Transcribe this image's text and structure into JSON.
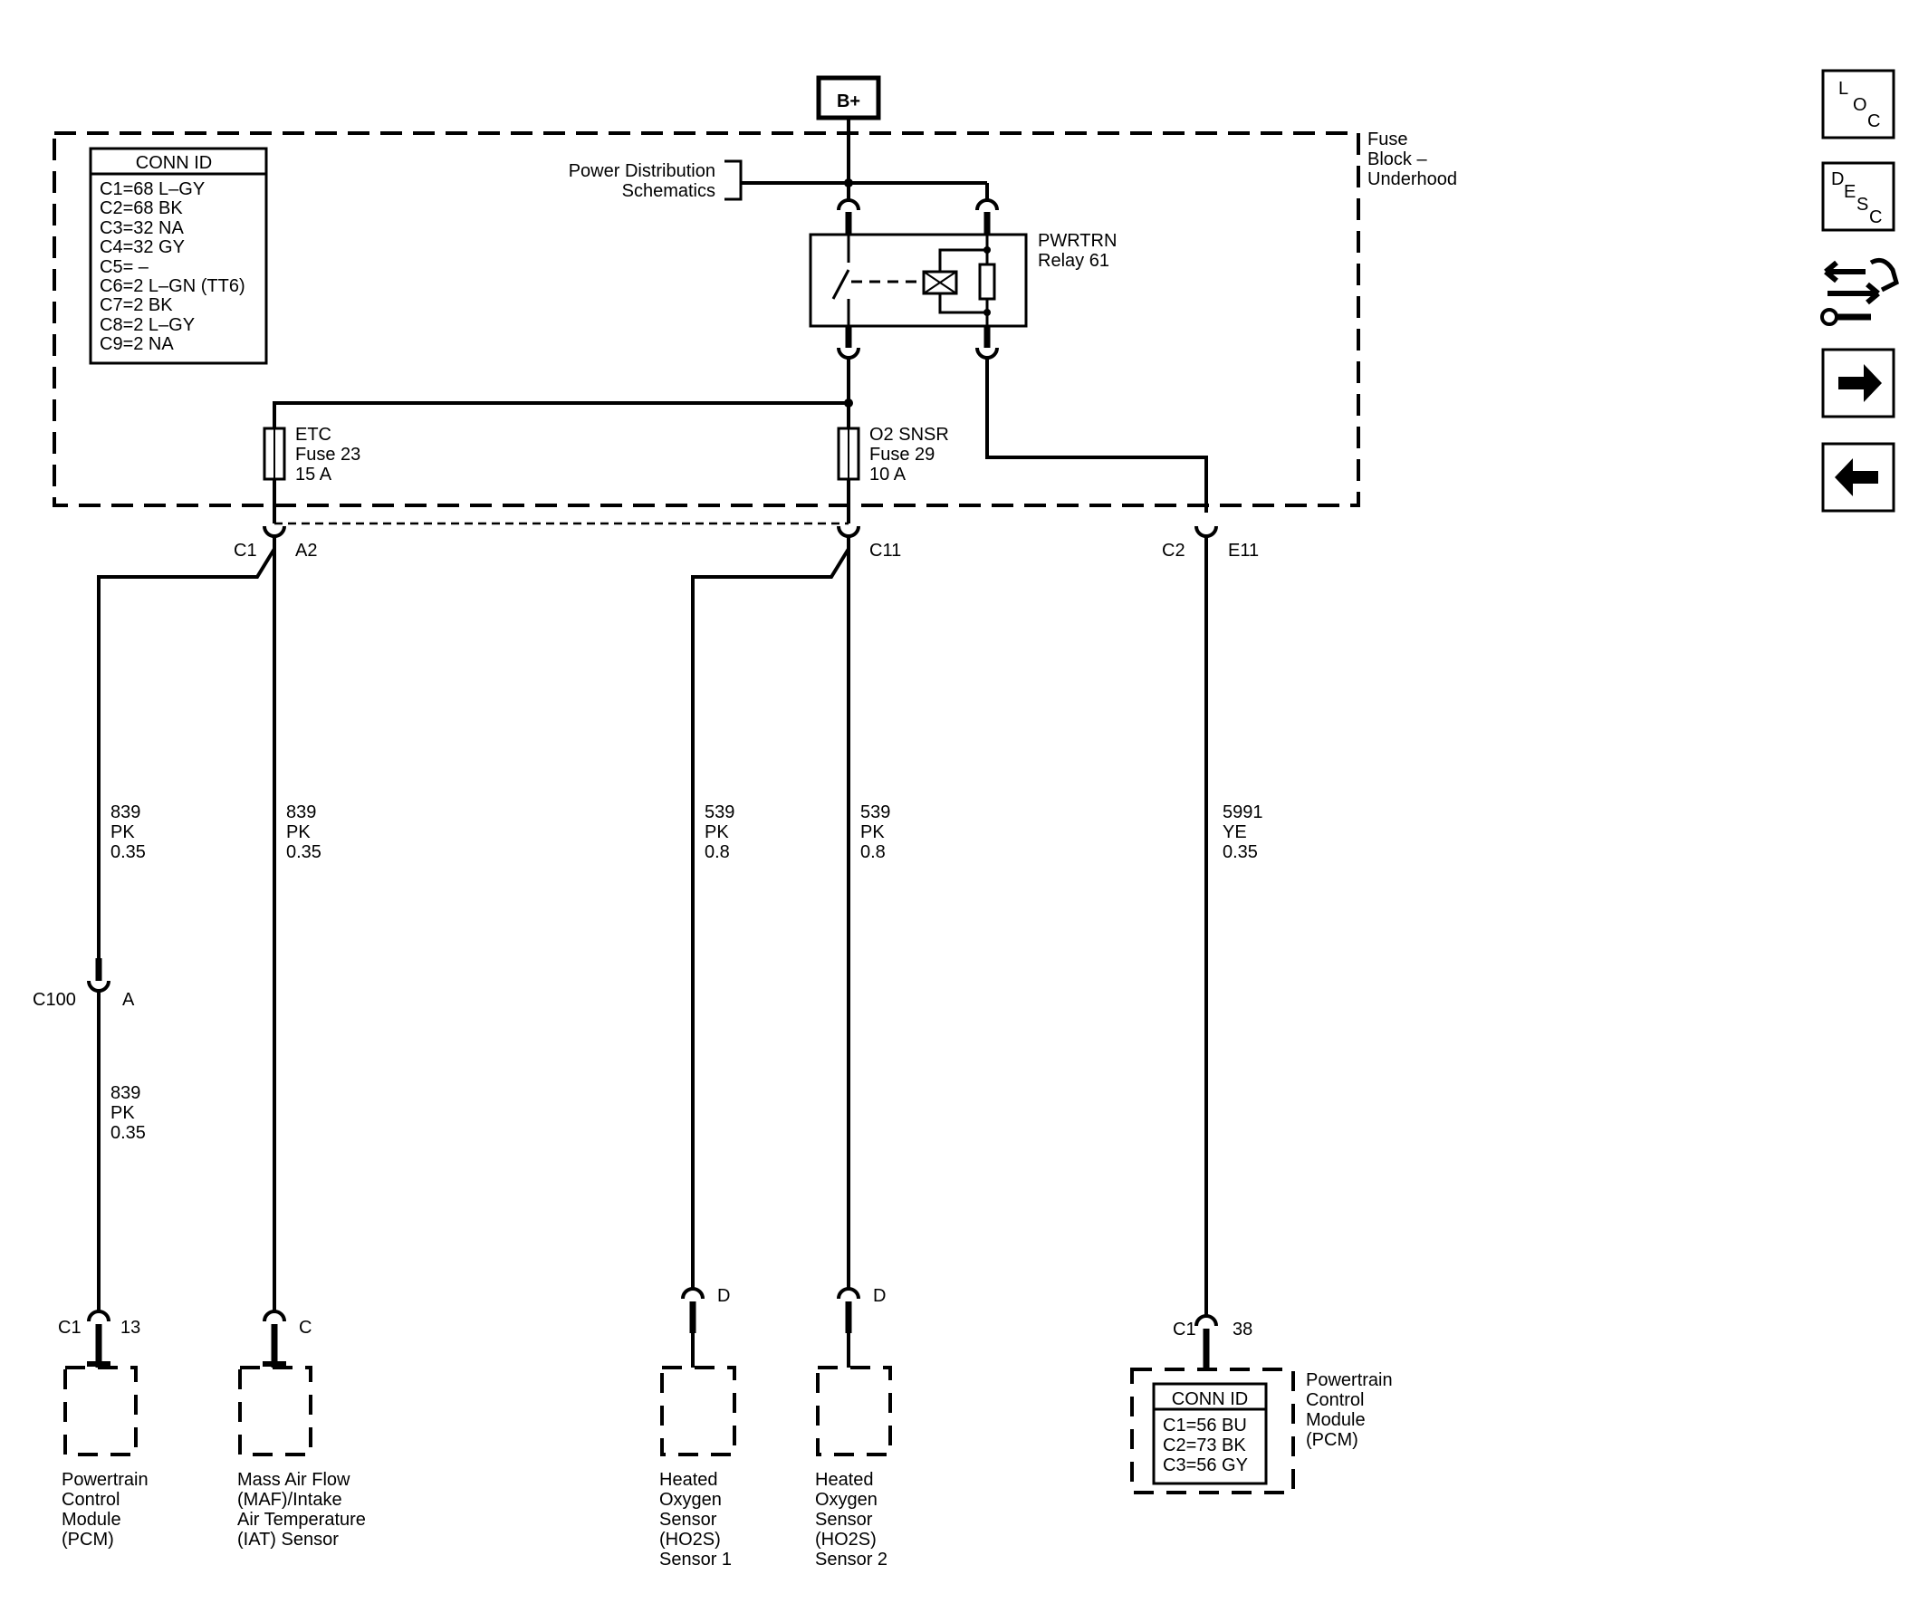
{
  "battery": "B+",
  "fuse_block": {
    "line1": "Fuse",
    "line2": "Block –",
    "line3": "Underhood"
  },
  "conn_table": {
    "header": "CONN ID",
    "rows": [
      "C1=68 L–GY",
      "C2=68 BK",
      "C3=32 NA",
      "C4=32 GY",
      "C5= –",
      "C6=2 L–GN (TT6)",
      "C7=2 BK",
      "C8=2 L–GY",
      "C9=2 NA"
    ]
  },
  "power_distribution": {
    "line1": "Power Distribution",
    "line2": "Schematics"
  },
  "relay": {
    "line1": "PWRTRN",
    "line2": "Relay 61"
  },
  "fuse_etc": {
    "line1": "ETC",
    "line2": "Fuse 23",
    "line3": "15 A"
  },
  "fuse_o2": {
    "line1": "O2 SNSR",
    "line2": "Fuse 29",
    "line3": "10 A"
  },
  "connectors": {
    "c1_left": "C1",
    "a2": "A2",
    "c11": "C11",
    "c2": "C2",
    "e11": "E11",
    "c100": "C100",
    "c100_pin": "A"
  },
  "wires": {
    "w1": {
      "circuit": "839",
      "color": "PK",
      "gauge": "0.35"
    },
    "w2": {
      "circuit": "839",
      "color": "PK",
      "gauge": "0.35"
    },
    "w3": {
      "circuit": "539",
      "color": "PK",
      "gauge": "0.8"
    },
    "w4": {
      "circuit": "539",
      "color": "PK",
      "gauge": "0.8"
    },
    "w5": {
      "circuit": "5991",
      "color": "YE",
      "gauge": "0.35"
    },
    "w1b": {
      "circuit": "839",
      "color": "PK",
      "gauge": "0.35"
    }
  },
  "components": {
    "pcm_left": {
      "conn": "C1",
      "pin": "13",
      "name": [
        "Powertrain",
        "Control",
        "Module",
        "(PCM)"
      ]
    },
    "maf": {
      "pin": "C",
      "name": [
        "Mass Air Flow",
        "(MAF)/Intake",
        "Air Temperature",
        "(IAT) Sensor"
      ]
    },
    "ho2s1": {
      "pin": "D",
      "name": [
        "Heated",
        "Oxygen",
        "Sensor",
        "(HO2S)",
        "Sensor 1"
      ]
    },
    "ho2s2": {
      "pin": "D",
      "name": [
        "Heated",
        "Oxygen",
        "Sensor",
        "(HO2S)",
        "Sensor 2"
      ]
    },
    "pcm_right": {
      "conn": "C1",
      "pin": "38",
      "name": [
        "Powertrain",
        "Control",
        "Module",
        "(PCM)"
      ],
      "conn_header": "CONN ID",
      "conn_rows": [
        "C1=56 BU",
        "C2=73 BK",
        "C3=56 GY"
      ]
    }
  },
  "side_buttons": {
    "loc": {
      "l1": "L",
      "l2": "O",
      "l3": "C"
    },
    "desc": {
      "l1": "D",
      "l2": "E",
      "l3": "S",
      "l4": "C"
    },
    "icons": [
      "wrench-hand-icon",
      "arrow-right-icon",
      "arrow-left-icon"
    ]
  }
}
